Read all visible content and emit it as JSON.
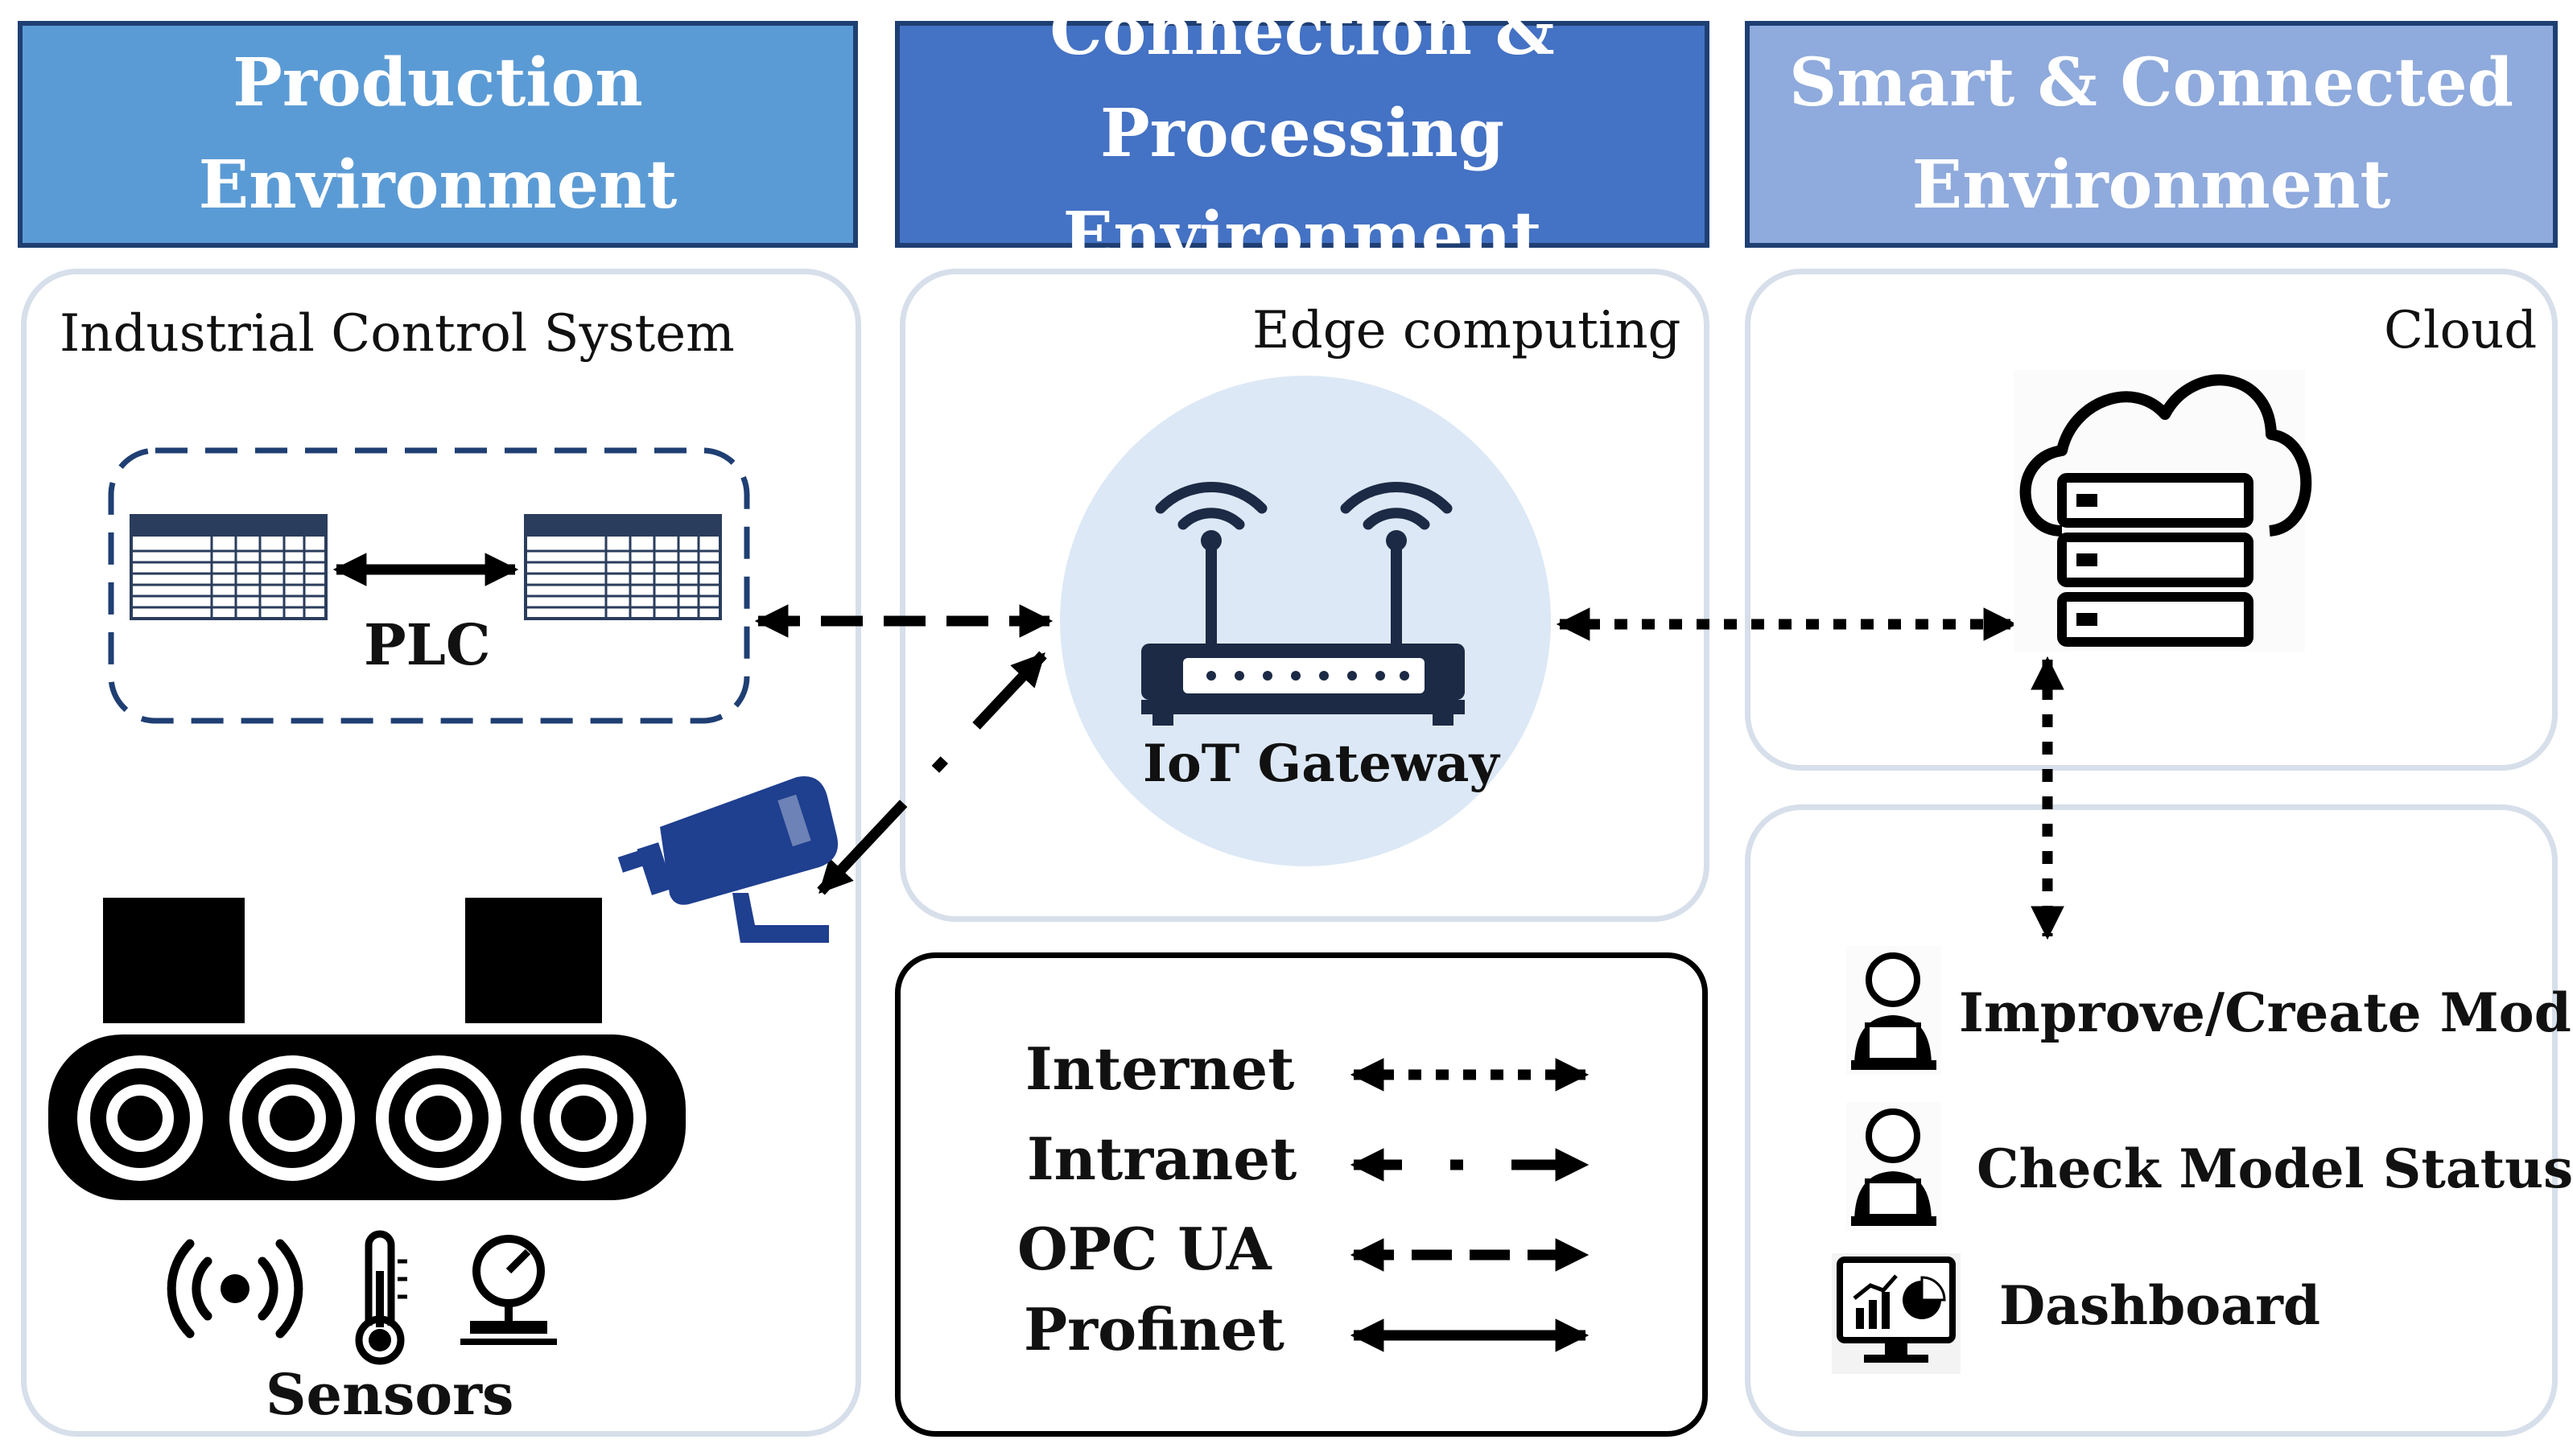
{
  "headers": {
    "production": "Production Environment",
    "connection_line1": "Connection & Processing",
    "connection_line2": "Environment",
    "smart_line1": "Smart & Connected",
    "smart_line2": "Environment"
  },
  "panels": {
    "ics_title": "Industrial Control System",
    "edge_title": "Edge computing",
    "cloud_title": "Cloud"
  },
  "labels": {
    "plc": "PLC",
    "gateway": "IoT Gateway",
    "sensors": "Sensors"
  },
  "legend": {
    "internet": "Internet",
    "intranet": "Intranet",
    "opcua": "OPC UA",
    "profinet": "Profinet"
  },
  "actions": {
    "improve": "Improve/Create Models",
    "check": "Check Model Status",
    "dashboard": "Dashboard"
  },
  "colors": {
    "header_production": "#5b9bd5",
    "header_connection": "#4472c4",
    "header_smart": "#8faadc",
    "header_border": "#1f3f73",
    "gateway_circle": "#dce8f5",
    "camera": "#1f3f8f",
    "panel_border": "#d6dfea"
  },
  "icons": [
    "plc-rack-icon",
    "router-icon",
    "cloud-server-icon",
    "camera-icon",
    "conveyor-icon",
    "vibration-sensor-icon",
    "thermometer-icon",
    "pressure-gauge-icon",
    "user-laptop-icon",
    "dashboard-monitor-icon"
  ]
}
